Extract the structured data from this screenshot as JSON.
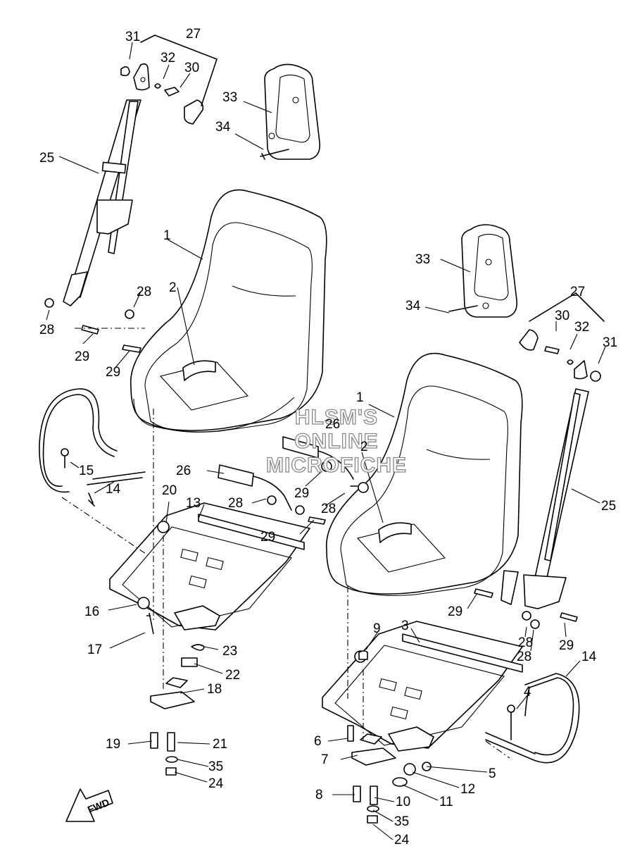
{
  "watermark": [
    "HLSM'S",
    "ONLINE",
    "MICROFICHE"
  ],
  "direction_label": "FWD",
  "callouts": [
    "31",
    "27",
    "32",
    "30",
    "33",
    "34",
    "25",
    "1",
    "2",
    "28",
    "28",
    "29",
    "29",
    "33",
    "34",
    "27",
    "30",
    "32",
    "31",
    "15",
    "14",
    "26",
    "26",
    "1",
    "2",
    "29",
    "28",
    "20",
    "13",
    "28",
    "29",
    "25",
    "29",
    "16",
    "17",
    "23",
    "22",
    "28",
    "28",
    "29",
    "18",
    "9",
    "3",
    "14",
    "4",
    "19",
    "21",
    "35",
    "24",
    "6",
    "7",
    "5",
    "12",
    "8",
    "10",
    "11",
    "35",
    "24"
  ]
}
